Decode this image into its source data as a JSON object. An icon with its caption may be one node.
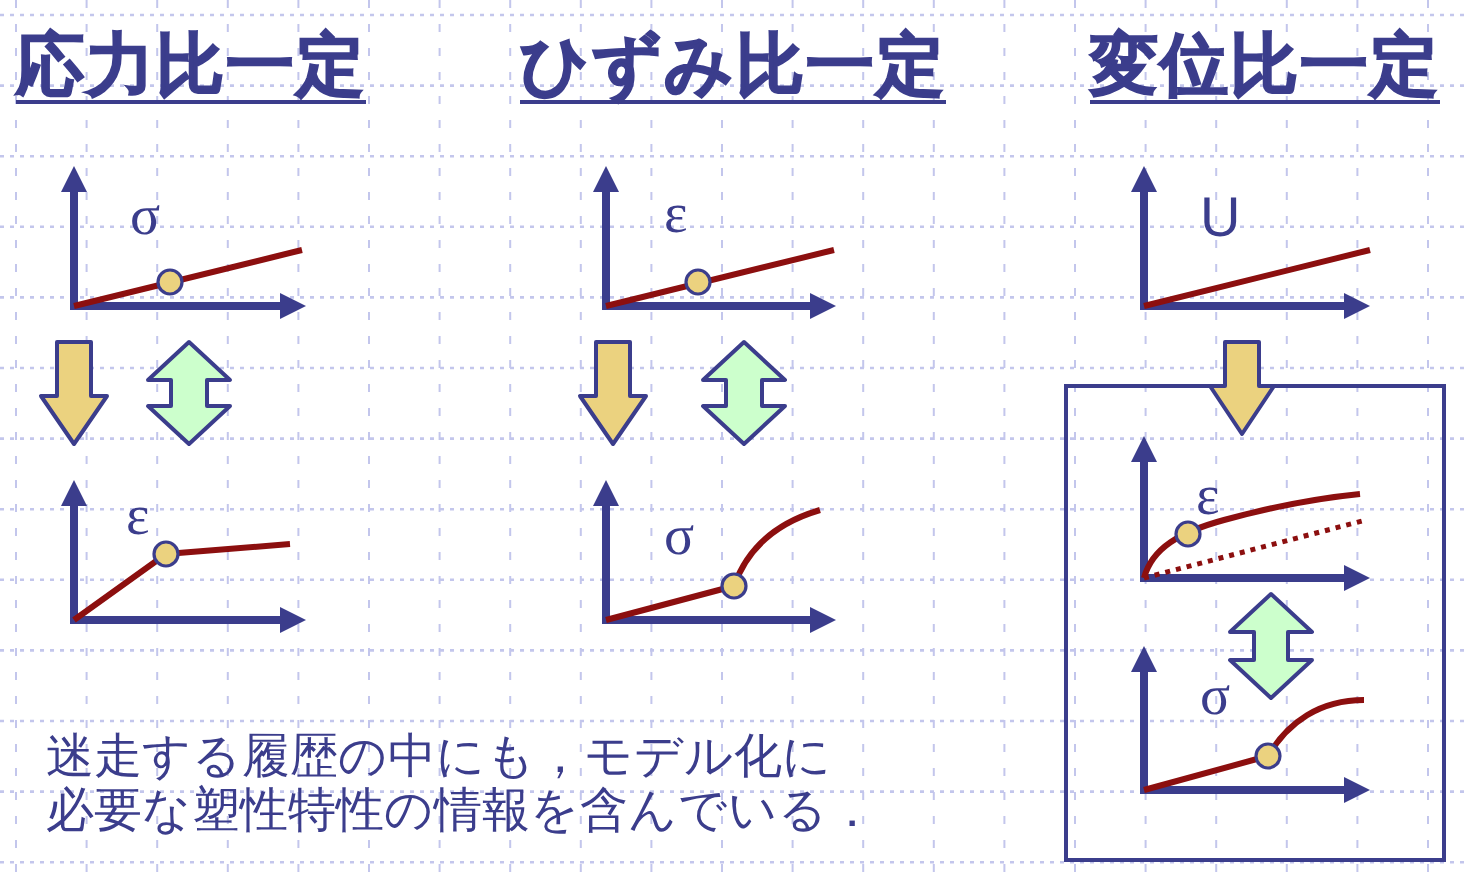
{
  "diagram": {
    "nodes": [
      {
        "text": [
          "σ"
        ]
      },
      {
        "text": [
          "ε"
        ]
      },
      {
        "text": [
          "U"
        ]
      },
      {
        "text": [
          "ε"
        ]
      },
      {
        "text": [
          "σ"
        ]
      },
      {
        "text": [],
        "shape": "box"
      },
      {
        "text": [
          "ε"
        ],
        "in": 5
      },
      {
        "text": [
          "σ"
        ],
        "in": 5
      }
    ],
    "edges": [
      {
        "from": 0,
        "to": 3,
        "arrow": "to",
        "color": "#ebd27f"
      },
      {
        "from": 0,
        "to": 3,
        "arrow": "both",
        "color": "#ccffcc"
      },
      {
        "from": 1,
        "to": 4,
        "arrow": "to",
        "color": "#ebd27f"
      },
      {
        "from": 1,
        "to": 4,
        "arrow": "both",
        "color": "#ccffcc"
      },
      {
        "from": 2,
        "to": 6,
        "arrow": "to",
        "color": "#ebd27f"
      },
      {
        "from": 6,
        "to": 7,
        "arrow": "both",
        "color": "#ccffcc"
      }
    ],
    "labels": [
      "応力比一定",
      "ひずみ比一定",
      "変位比一定",
      "迷走する履歴の中にも，モデル化に必要な塑性特性の情報を含んでいる．"
    ]
  }
}
